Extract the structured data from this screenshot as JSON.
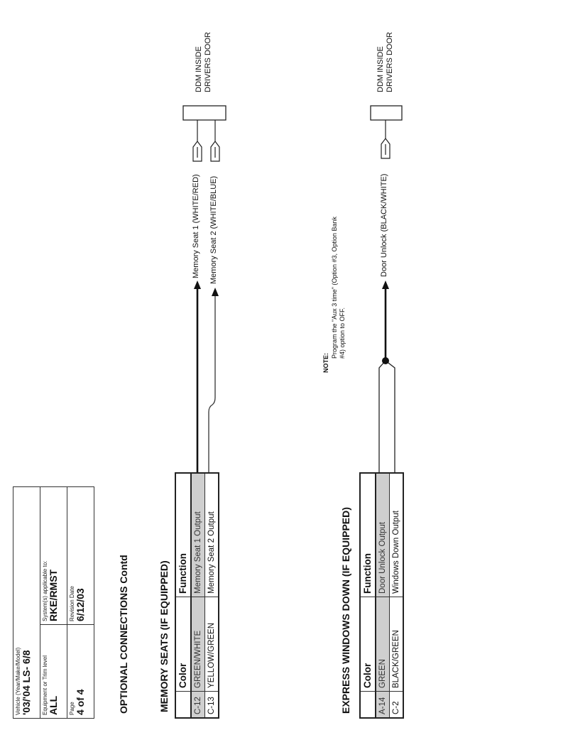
{
  "header": {
    "vehicle_label": "Vehicle (Year/Make/Model)",
    "vehicle_value": "'03/'04 LS- 6/8",
    "equipment_label": "Equipment or Trim level",
    "equipment_value": "ALL",
    "systems_label": "System(s) applicable to:",
    "systems_value": "RKE/RMST",
    "page_label": "Page",
    "page_value": "4 of 4",
    "revision_label": "Revision Date",
    "revision_value": "6/12/03"
  },
  "section_title": "OPTIONAL CONNECTIONS Contd",
  "memory_seats": {
    "title": "MEMORY SEATS (IF EQUIPPED)",
    "columns": [
      "",
      "Color",
      "Function"
    ],
    "rows": [
      {
        "pin": "C-12",
        "color": "GREEN/WHITE",
        "function": "Memory Seat 1 Output"
      },
      {
        "pin": "C-13",
        "color": "YELLOW/GREEN",
        "function": "Memory Seat 2 Output"
      }
    ],
    "wires": [
      "Memory Seat 1 (WHITE/RED)",
      "Memory Seat 2 (WHITE/BLUE)"
    ],
    "module_line1": "DDM INSIDE",
    "module_line2": "DRIVERS DOOR"
  },
  "express_windows": {
    "title": "EXPRESS WINDOWS DOWN (IF EQUIPPED)",
    "columns": [
      "",
      "Color",
      "Function"
    ],
    "rows": [
      {
        "pin": "A-14",
        "color": "GREEN",
        "function": "Door Unlock Output"
      },
      {
        "pin": "C-2",
        "color": "BLACK/GREEN",
        "function": "Windows Down Output"
      }
    ],
    "wire": "Door Unlock (BLACK/WHITE)",
    "module_line1": "DDM INSIDE",
    "module_line2": "DRIVERS DOOR"
  },
  "note": {
    "title": "NOTE:",
    "line1": "Program the \"Aux 3 time\" (Option #3, Option Bank",
    "line2": "#4) option to OFF."
  }
}
